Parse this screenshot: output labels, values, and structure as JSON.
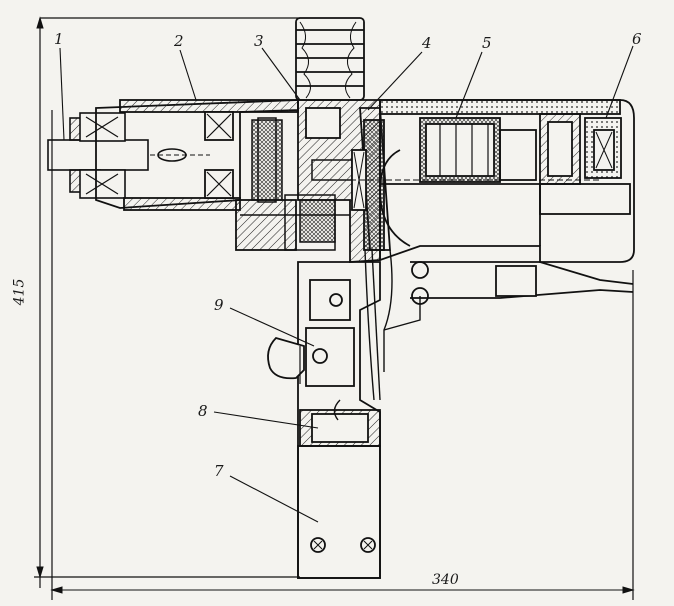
{
  "labels": {
    "l1": "1",
    "l2": "2",
    "l3": "3",
    "l4": "4",
    "l5": "5",
    "l6": "6",
    "l7": "7",
    "l8": "8",
    "l9": "9"
  },
  "dimensions": {
    "height": "415",
    "width": "340"
  }
}
